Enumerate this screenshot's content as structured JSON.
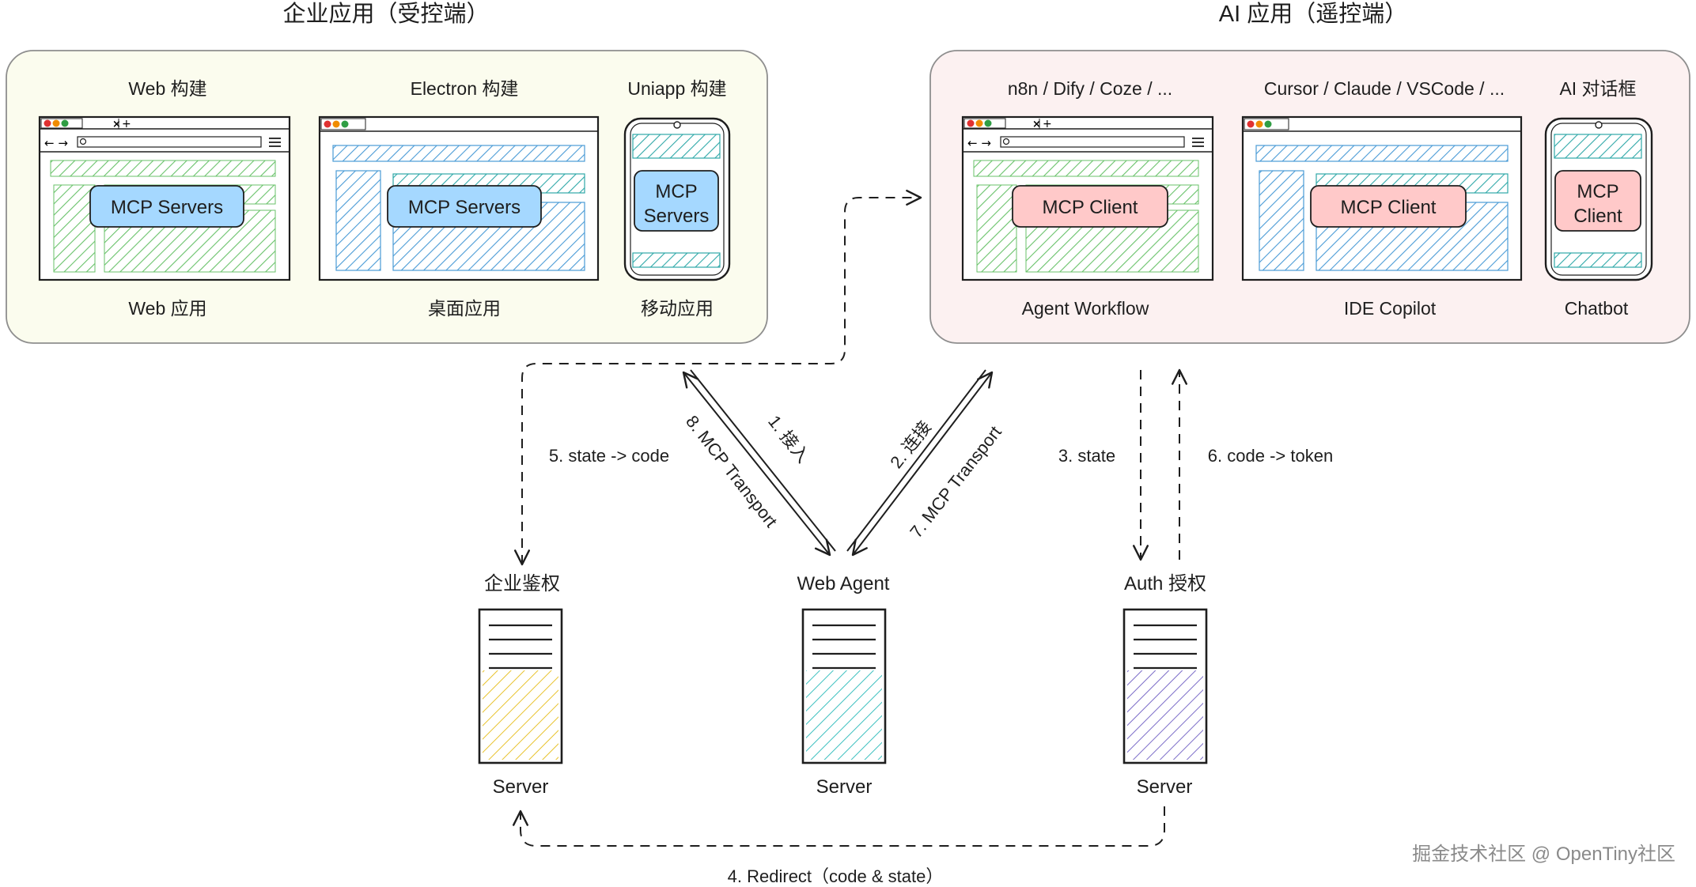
{
  "enterprise": {
    "title": "企业应用（受控端）",
    "columns": [
      {
        "top": "Web 构建",
        "bottom": "Web 应用",
        "chip": "MCP Servers"
      },
      {
        "top": "Electron 构建",
        "bottom": "桌面应用",
        "chip": "MCP Servers"
      },
      {
        "top": "Uniapp 构建",
        "bottom": "移动应用",
        "chip_line1": "MCP",
        "chip_line2": "Servers"
      }
    ]
  },
  "ai": {
    "title": "AI 应用（遥控端）",
    "columns": [
      {
        "top": "n8n / Dify / Coze / ...",
        "bottom": "Agent Workflow",
        "chip": "MCP Client"
      },
      {
        "top": "Cursor / Claude / VSCode / ...",
        "bottom": "IDE Copilot",
        "chip": "MCP Client"
      },
      {
        "top": "AI 对话框",
        "bottom": "Chatbot",
        "chip_line1": "MCP",
        "chip_line2": "Client"
      }
    ]
  },
  "servers": [
    {
      "name": "企业鉴权",
      "footer": "Server",
      "color": "#f5d547"
    },
    {
      "name": "Web Agent",
      "footer": "Server",
      "color": "#3fc1c0"
    },
    {
      "name": "Auth 授权",
      "footer": "Server",
      "color": "#7b6cc8"
    }
  ],
  "flows": {
    "step1": "1. 接入",
    "step2": "2. 连接",
    "step3": "3. state",
    "step4": "4. Redirect（code & state）",
    "step5": "5. state -> code",
    "step6": "6. code -> token",
    "step7": "7. MCP Transport",
    "step8": "8. MCP Transport"
  },
  "colors": {
    "enterprise_panel": "#fbfcee",
    "ai_panel": "#fcf1f1",
    "servers_chip": "#a5d8ff",
    "client_chip": "#ffc9c9",
    "green_hatch": "#69c26a",
    "blue_hatch": "#4a9bd6",
    "teal_hatch": "#2fa8a8"
  },
  "watermark": "掘金技术社区 @ OpenTiny社区"
}
